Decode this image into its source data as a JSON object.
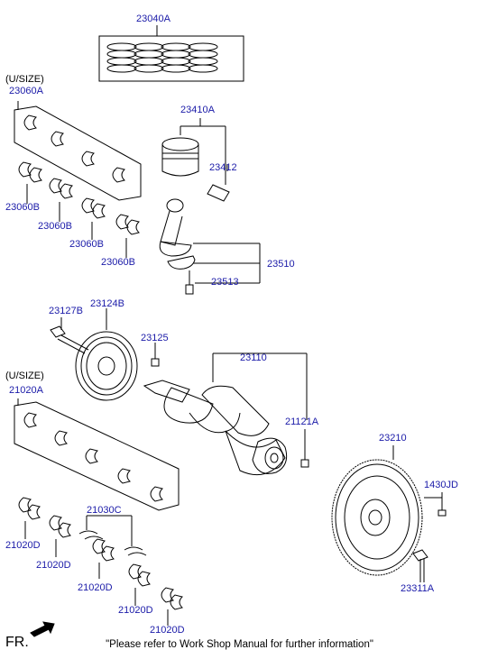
{
  "labels": {
    "piston_ring_set": "23040A",
    "usize_1": "(U/SIZE)",
    "upper_bearing_set": "23060A",
    "piston": "23410A",
    "piston_pin": "23412",
    "bearing_b1": "23060B",
    "bearing_b2": "23060B",
    "bearing_b3": "23060B",
    "bearing_b4": "23060B",
    "connecting_rod": "23510",
    "rod_bolt": "23513",
    "pulley_bolt": "23127B",
    "damper_pulley": "23124B",
    "key": "23125",
    "crankshaft": "23110",
    "usize_2": "(U/SIZE)",
    "main_bearing_set": "21020A",
    "plug": "21121A",
    "flywheel": "23210",
    "thrust_washer": "21030C",
    "dowel_pin": "1430JD",
    "main_d1": "21020D",
    "main_d2": "21020D",
    "main_d3": "21020D",
    "main_d4": "21020D",
    "main_d5": "21020D",
    "flywheel_bolt": "23311A"
  },
  "footer": {
    "front": "FR.",
    "note": "\"Please refer to Work Shop Manual for further information\""
  },
  "colors": {
    "label": "#1a1aa8",
    "line": "#000000"
  }
}
